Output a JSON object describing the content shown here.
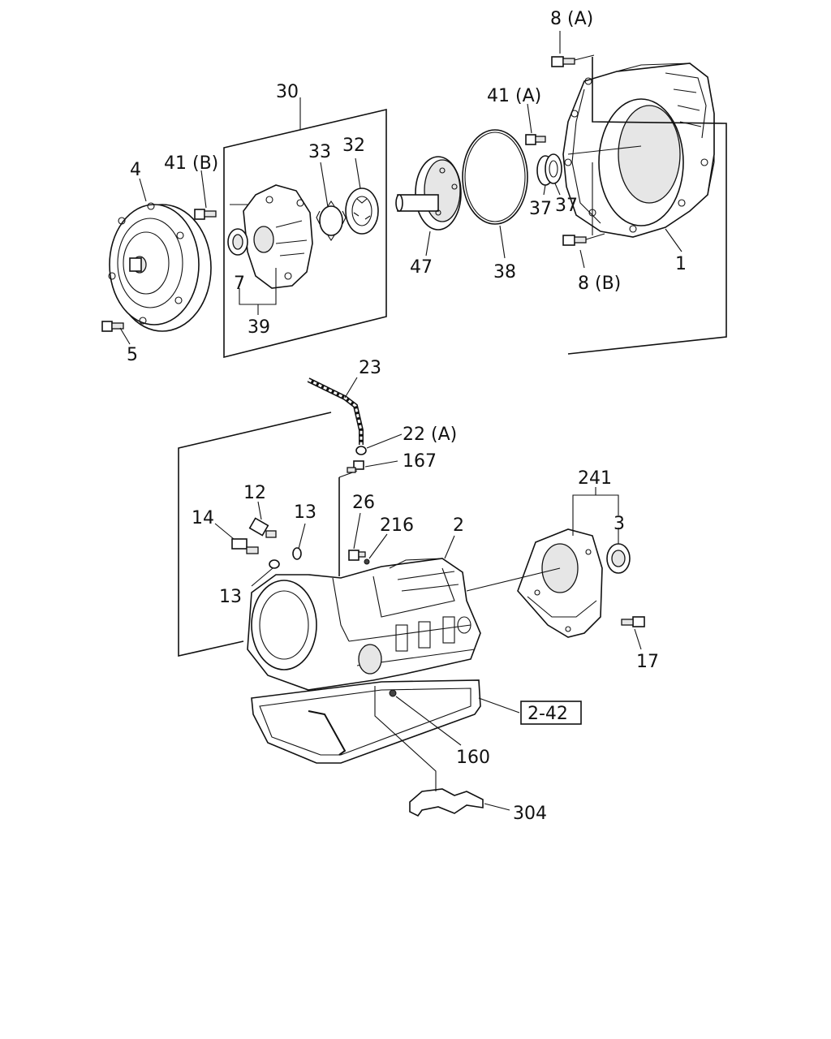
{
  "labels": {
    "p8a": "8 (A)",
    "p30": "30",
    "p41a": "41 (A)",
    "p4": "4",
    "p41b": "41 (B)",
    "p33": "33",
    "p32": "32",
    "p37a": "37",
    "p37b": "37",
    "p1": "1",
    "p8b": "8 (B)",
    "p7": "7",
    "p47": "47",
    "p38": "38",
    "p39": "39",
    "p5": "5",
    "p23": "23",
    "p22a": "22 (A)",
    "p167": "167",
    "p12": "12",
    "p241": "241",
    "p14": "14",
    "p13a": "13",
    "p26": "26",
    "p216": "216",
    "p2": "2",
    "p3": "3",
    "p13b": "13",
    "p17": "17",
    "p242": "2-42",
    "p160": "160",
    "p304": "304"
  }
}
